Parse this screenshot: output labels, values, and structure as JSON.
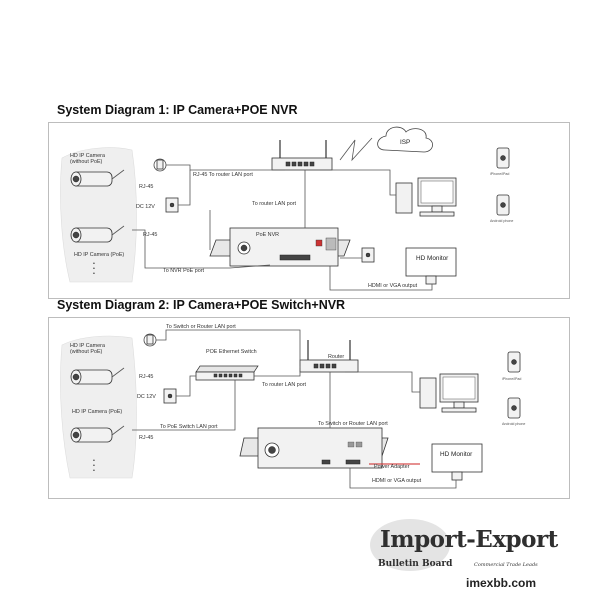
{
  "diagram1": {
    "heading": "System Diagram 1: IP Camera+POE NVR",
    "camera_group_label_top": "HD IP Camera\n(without PoE)",
    "camera_group_label_bottom": "HD IP Camera (PoE)",
    "labels": {
      "rj45_a": "RJ-45",
      "rj45_b": "RJ-45",
      "dc12v": "DC 12V",
      "rj45_to_router": "RJ-45 To router LAN port",
      "to_router_lan": "To router LAN port",
      "poe_nvr": "PoE NVR",
      "to_nvr_poe": "To NVR PoE port",
      "isp": "ISP",
      "hd_monitor": "HD Monitor",
      "hdmi_vga": "HDMI or VGA output",
      "iphone_ipad": "iPhone/iPad",
      "android_phone": "Android phone"
    }
  },
  "diagram2": {
    "heading": "System Diagram 2: IP Camera+POE Switch+NVR",
    "camera_group_label_top": "HD IP Camera\n(without PoE)",
    "camera_group_label_bottom": "HD IP Camera (PoE)",
    "labels": {
      "rj45_a": "RJ-45",
      "rj45_b": "RJ-45",
      "dc12v": "DC 12V",
      "to_switch_router": "To Switch or Router LAN port",
      "poe_switch": "POE Ethernet Switch",
      "to_router_lan": "To router LAN port",
      "router": "Router",
      "to_poe_switch": "To PoE Switch LAN port",
      "to_switch_router_2": "To Switch or Router LAN port",
      "power_adapter": "Power Adapter",
      "hd_monitor": "HD Monitor",
      "hdmi_vga": "HDMI or VGA output",
      "iphone_ipad": "iPhone/iPad",
      "android_phone": "Android phone"
    }
  },
  "watermark": {
    "title": "Import-Export",
    "subtitle": "Bulletin Board",
    "tagline": "Commercial Trade Leads",
    "url": "imexbb.com"
  },
  "colors": {
    "panel_border": "#bdbdbd",
    "power_adapter_accent": "#cc2222",
    "line": "#555555"
  }
}
